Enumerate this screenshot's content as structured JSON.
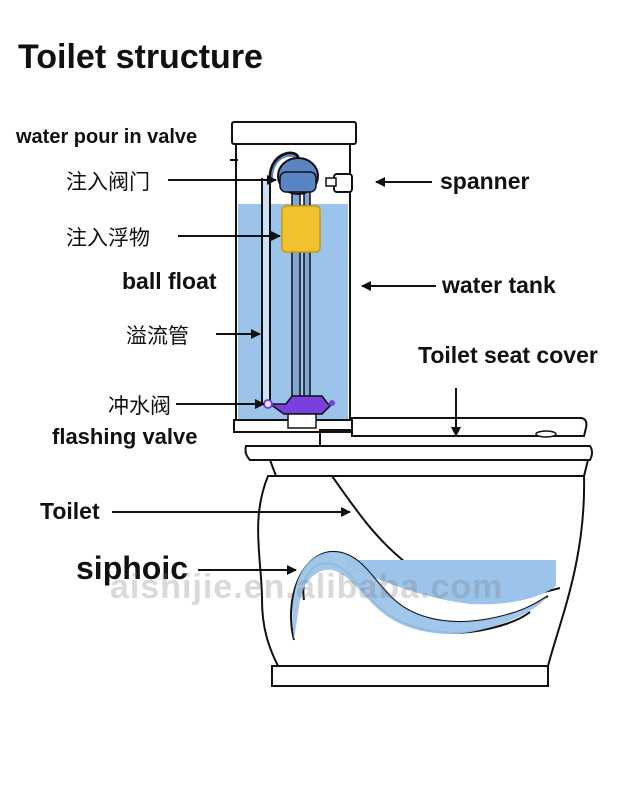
{
  "title": "Toilet structure",
  "labels": {
    "water_pour_in_valve": "water pour in valve",
    "zhuru_famen": "注入阀门",
    "zhuru_fuwu": "注入浮物",
    "ball_float": "ball float",
    "yiliuguan": "溢流管",
    "chongshuifa": "冲水阀",
    "flashing_valve": "flashing valve",
    "spanner": "spanner",
    "water_tank": "water tank",
    "toilet_seat_cover": "Toilet seat cover",
    "toilet": "Toilet",
    "siphoic": "siphoic"
  },
  "watermark": "aishijie.en.alibaba.com",
  "colors": {
    "water": "#9cc4ea",
    "float": "#f2c12e",
    "valve": "#7b3fe0",
    "inlet_valve": "#5b84c4",
    "outline": "#111111",
    "background": "#ffffff"
  }
}
